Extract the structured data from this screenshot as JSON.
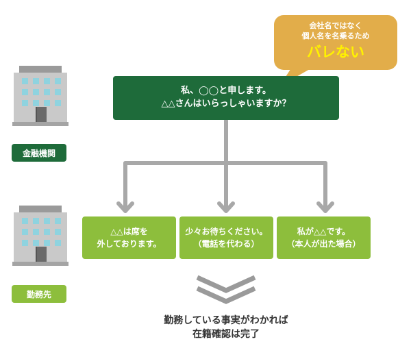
{
  "entities": {
    "bank_label": "金融機関",
    "workplace_label": "勤務先"
  },
  "speech_bubble": {
    "line1": "会社名ではなく",
    "line2": "個人名を名乗るため",
    "emphasis": "バレない"
  },
  "call_box": {
    "line1": "私、◯◯と申します。",
    "line2": "△△さんはいらっしゃいますか？"
  },
  "responses": [
    {
      "line1": "△△は席を",
      "line2": "外しております。"
    },
    {
      "line1": "少々お待ちください。",
      "line2": "（電話を代わる）"
    },
    {
      "line1": "私が△△です。",
      "line2": "（本人が出た場合）"
    }
  ],
  "conclusion": {
    "line1": "勤務している事実がわかれば",
    "line2": "在籍確認は完了"
  },
  "colors": {
    "dark_green": "#1e6b3a",
    "light_green": "#8dbe3c",
    "bubble_orange": "#e2ad4a",
    "bubble_emphasis": "#fff200",
    "connector_gray": "#a8a8a8"
  }
}
